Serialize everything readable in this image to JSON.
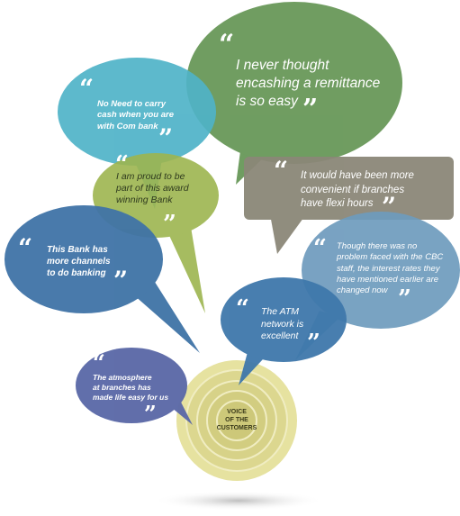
{
  "center": {
    "label_lines": [
      "VOICE",
      "OF THE",
      "CUSTOMERS"
    ]
  },
  "bubbles": [
    {
      "id": "remittance",
      "color": "#6b9a5c",
      "text_lines": [
        "I never thought",
        "encashing a remittance",
        "is so easy"
      ]
    },
    {
      "id": "no-need-cash",
      "color": "#4fb3c8",
      "text_lines": [
        "No Need to carry",
        "cash when you are",
        "with Com bank"
      ]
    },
    {
      "id": "proud",
      "color": "#9db54f",
      "text_lines": [
        "I am proud to be",
        "part of this award",
        "winning Bank"
      ]
    },
    {
      "id": "flexi-hours",
      "color": "#8b8778",
      "text_lines": [
        "It would have been more",
        "convenient if branches",
        "have flexi hours"
      ]
    },
    {
      "id": "more-channels",
      "color": "#3f73a6",
      "text_lines": [
        "This Bank has",
        "more channels",
        "to do banking"
      ]
    },
    {
      "id": "cbc-staff",
      "color": "#6e9bbd",
      "text_lines": [
        "Though there was no",
        "problem faced with the CBC",
        "staff, the interest rates they",
        "have mentioned earlier are",
        "changed now"
      ]
    },
    {
      "id": "atm-network",
      "color": "#3f78ab",
      "text_lines": [
        "The ATM",
        "network is",
        "excellent"
      ]
    },
    {
      "id": "atmosphere",
      "color": "#5c6aa8",
      "text_lines": [
        "The atmosphere",
        "at branches has",
        "made life easy for us"
      ]
    }
  ],
  "quote_marks": {
    "open": "“",
    "close": "”"
  }
}
